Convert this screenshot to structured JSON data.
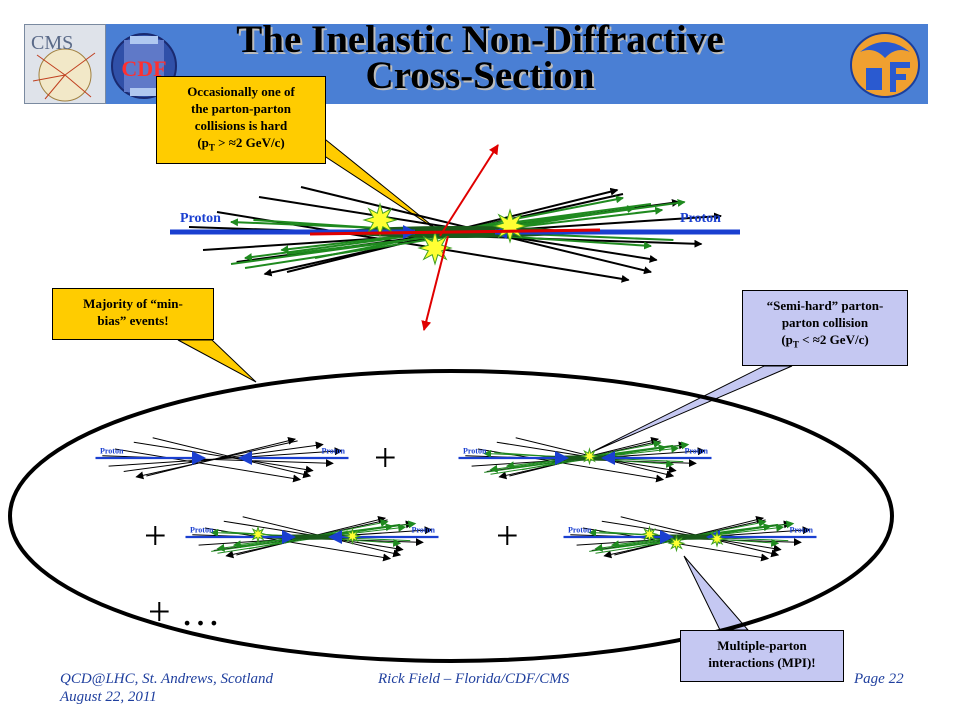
{
  "title_line1": "The Inelastic Non-Diffractive",
  "title_line2": "Cross-Section",
  "logos": {
    "left": "CMS",
    "center": "CDF",
    "right": "UF"
  },
  "callouts": {
    "hard": [
      "Occasionally one of",
      "the parton-parton",
      "collisions is hard",
      "(p",
      "T",
      " > ≈2 GeV/c)"
    ],
    "majority": [
      "Majority of “min-",
      "bias” events!"
    ],
    "semihard": [
      "“Semi-hard” parton-",
      "parton collision",
      "(p",
      "T",
      " < ≈2 GeV/c)"
    ],
    "mpi": [
      "Multiple-parton",
      "interactions (MPI)!"
    ]
  },
  "proton_label": "Proton",
  "plus": "+",
  "plus_more": "+ …",
  "footer": {
    "left_line1": "QCD@LHC, St. Andrews, Scotland",
    "left_line2": "August 22, 2011",
    "center": "Rick Field – Florida/CDF/CMS",
    "right": "Page 22"
  },
  "colors": {
    "header": "#4a7fd4",
    "proton_arrow": "#1a3fd0",
    "gluon_green": "#1f8a1f",
    "hard_red": "#e00000",
    "callout_yellow": "#ffcc00",
    "callout_lilac": "#c5c8f2",
    "footer_text": "#1f3f9e"
  }
}
